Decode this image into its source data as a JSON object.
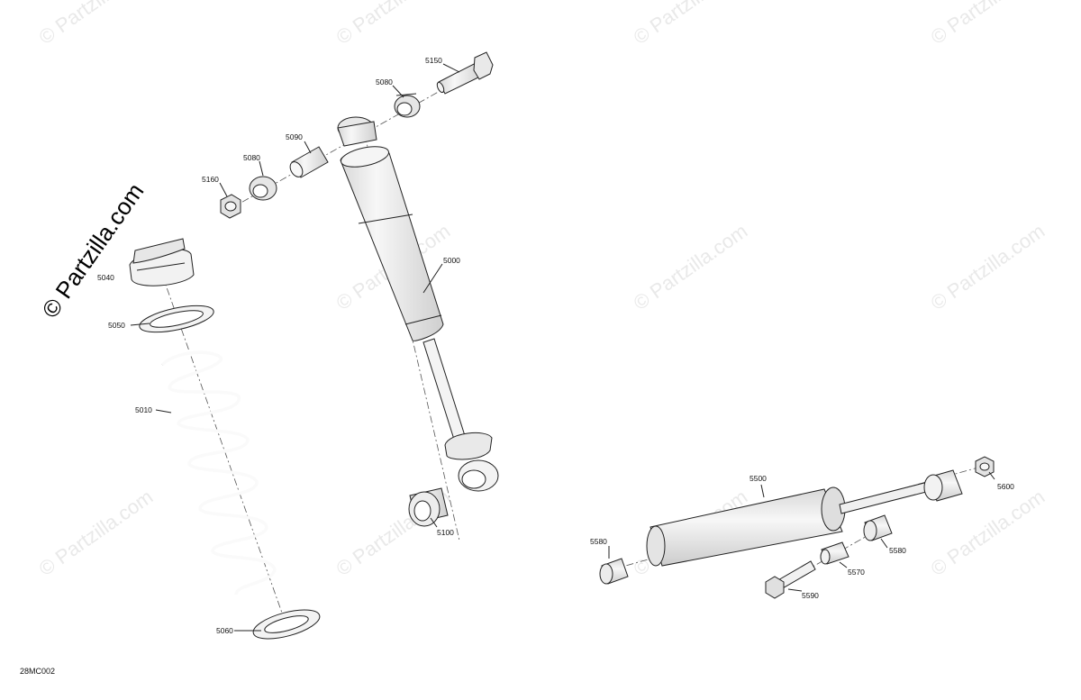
{
  "watermark": {
    "text": "© Partzilla.com",
    "main_text": "© Partzilla.com"
  },
  "reference_code": "28MC002",
  "labels": {
    "p5150": "5150",
    "p5080_top": "5080",
    "p5090": "5090",
    "p5080_mid": "5080",
    "p5160": "5160",
    "p5040": "5040",
    "p5050": "5050",
    "p5010": "5010",
    "p5060": "5060",
    "p5000": "5000",
    "p5100": "5100",
    "p5500": "5500",
    "p5600": "5600",
    "p5580_left": "5580",
    "p5580_right": "5580",
    "p5570": "5570",
    "p5590": "5590"
  },
  "colors": {
    "line": "#222222",
    "part_fill": "#f4f4f4",
    "part_shade": "#d9d9d9",
    "watermark": "#e9e9e9"
  }
}
